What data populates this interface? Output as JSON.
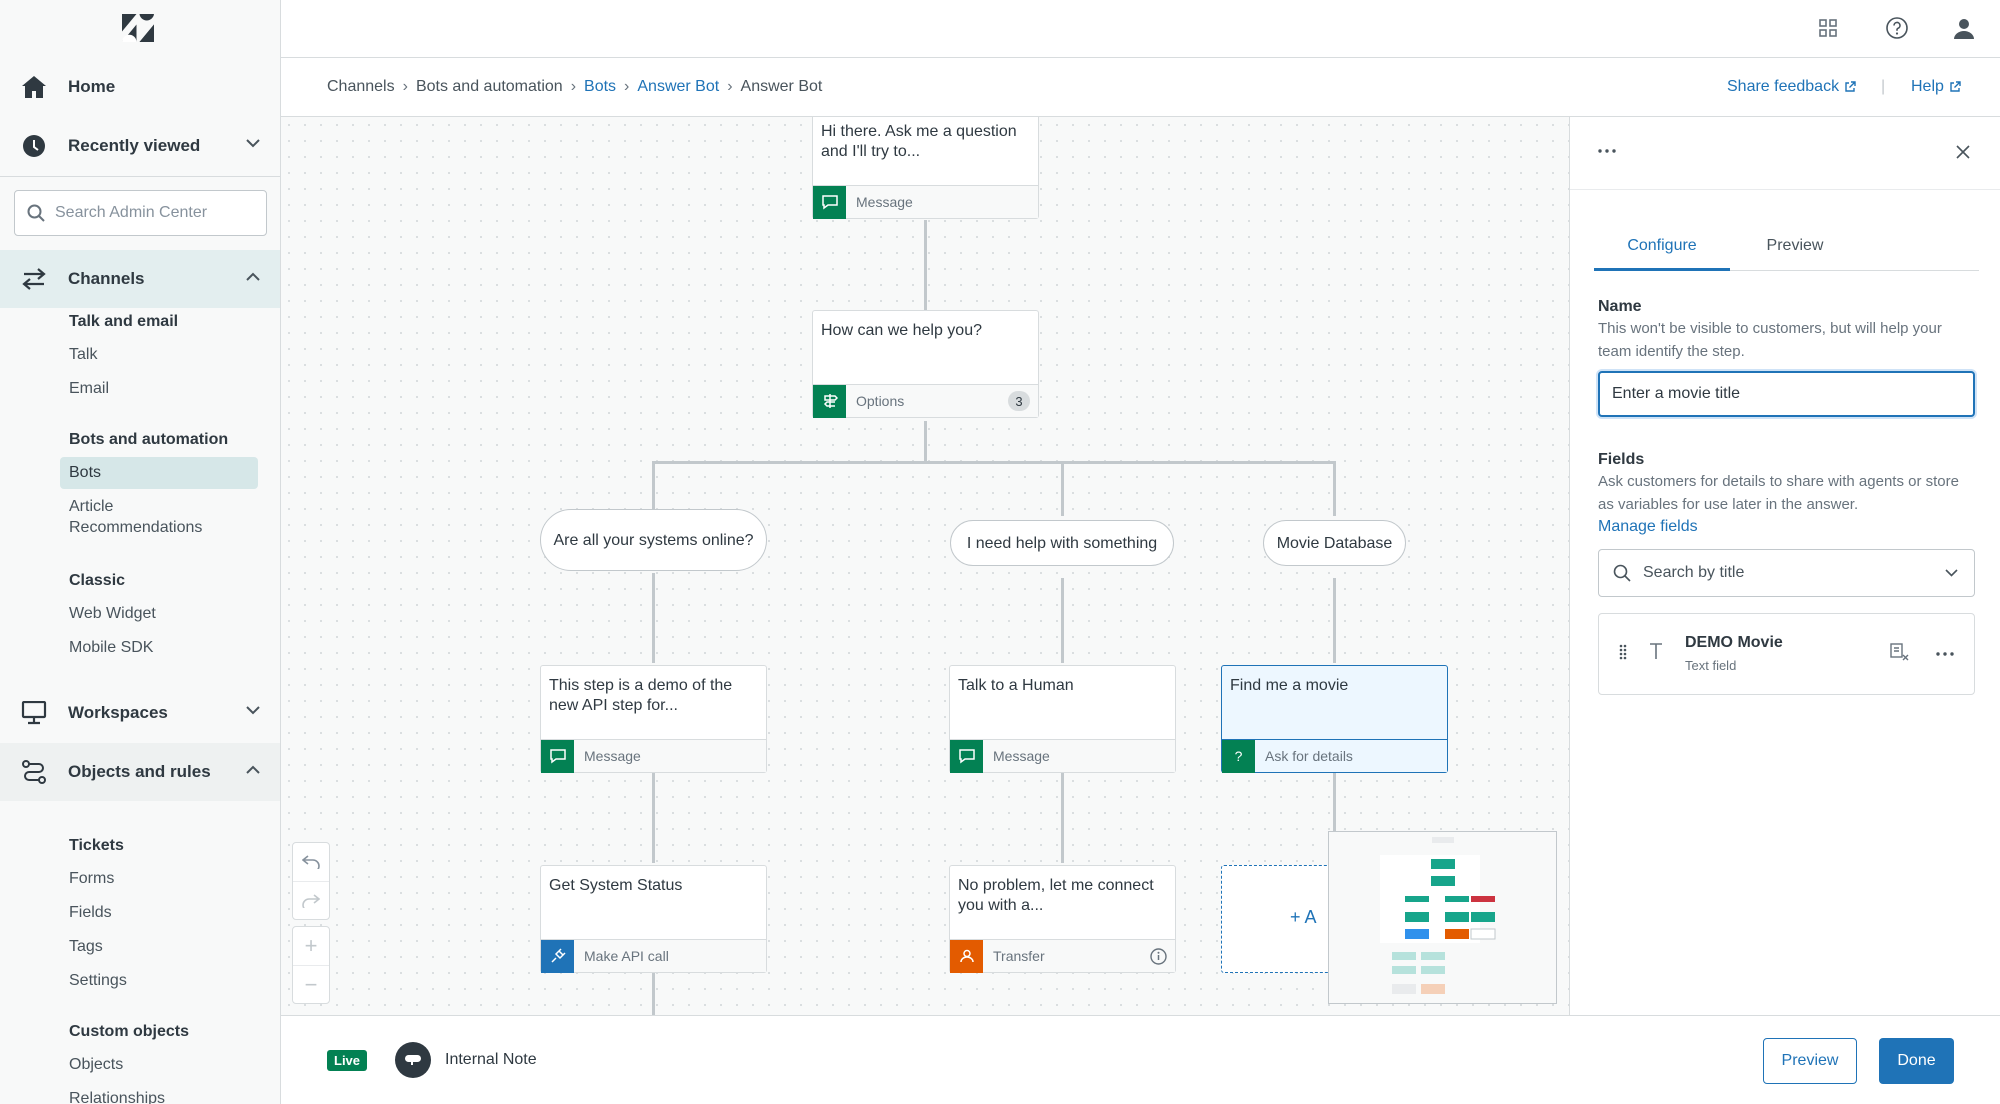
{
  "sidebar": {
    "home": "Home",
    "recently_viewed": "Recently viewed",
    "search_placeholder": "Search Admin Center",
    "channels": "Channels",
    "talk_and_email": "Talk and email",
    "talk": "Talk",
    "email": "Email",
    "bots_and_automation": "Bots and automation",
    "bots": "Bots",
    "article_recommendations_1": "Article",
    "article_recommendations_2": "Recommendations",
    "classic": "Classic",
    "web_widget": "Web Widget",
    "mobile_sdk": "Mobile SDK",
    "workspaces": "Workspaces",
    "objects_and_rules": "Objects and rules",
    "tickets": "Tickets",
    "forms": "Forms",
    "fields": "Fields",
    "tags": "Tags",
    "settings": "Settings",
    "custom_objects": "Custom objects",
    "objects": "Objects",
    "relationships": "Relationships"
  },
  "breadcrumb": {
    "items": [
      "Channels",
      "Bots and automation",
      "Bots",
      "Answer Bot",
      "Answer Bot"
    ],
    "share_feedback": "Share feedback",
    "help": "Help",
    "sep_bar": "|"
  },
  "flow": {
    "greeting": {
      "text": "Hi there. Ask me a question and I'll try to...",
      "type": "Message"
    },
    "options": {
      "text": "How can we help you?",
      "type": "Options",
      "count": "3"
    },
    "branch1": "Are all your systems online?",
    "branch2": "I need help with something",
    "branch3": "Movie Database",
    "step_demo": {
      "text": "This step is a demo of the new API step for...",
      "type": "Message"
    },
    "step_talk": {
      "text": "Talk to a Human",
      "type": "Message"
    },
    "step_movie": {
      "text": "Find me a movie",
      "type": "Ask for details"
    },
    "step_api": {
      "text": "Get System Status",
      "type": "Make API call"
    },
    "step_transfer": {
      "text": "No problem, let me connect you with a...",
      "type": "Transfer"
    },
    "add_step": "+ A"
  },
  "panel": {
    "tabs": [
      "Configure",
      "Preview"
    ],
    "name_label": "Name",
    "name_hint": "This won't be visible to customers, but will help your team identify the step.",
    "name_value": "Enter a movie title",
    "fields_label": "Fields",
    "fields_hint": "Ask customers for details to share with agents or store as variables for use later in the answer.",
    "manage_fields": "Manage fields",
    "search_placeholder": "Search by title",
    "field_item": {
      "name": "DEMO Movie",
      "type": "Text field"
    }
  },
  "footer": {
    "status": "Live",
    "bot_name": "Internal Note",
    "preview": "Preview",
    "done": "Done"
  },
  "colors": {
    "accent": "#1f73b7",
    "green": "#038153",
    "orange": "#e35b00"
  }
}
